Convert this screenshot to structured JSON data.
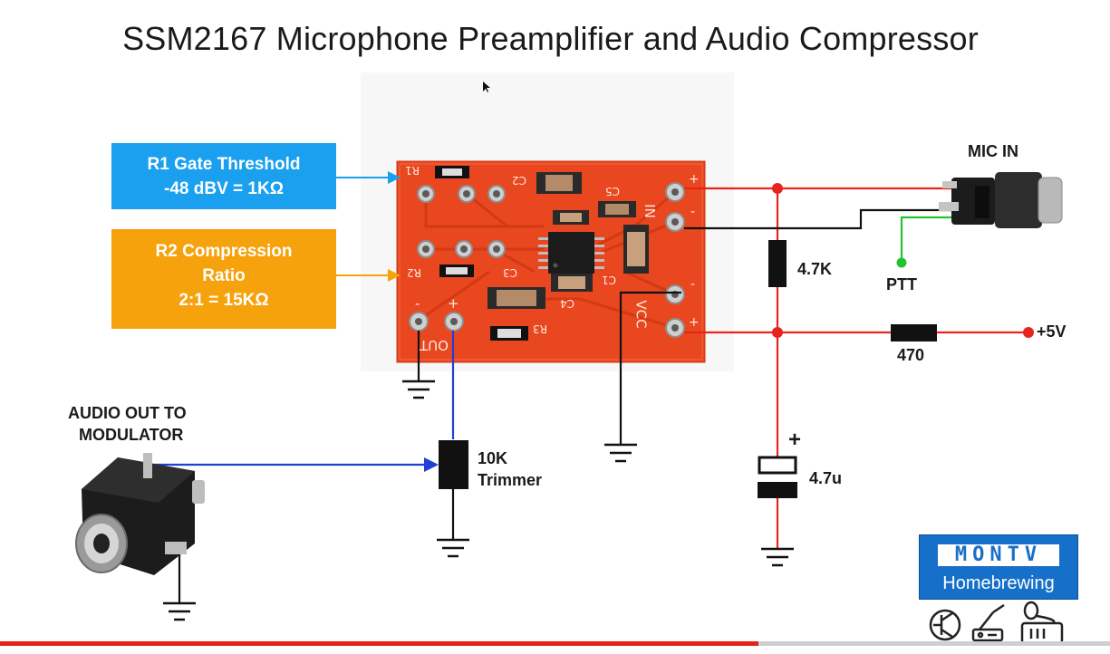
{
  "title": "SSM2167 Microphone Preamplifier and Audio Compressor",
  "callouts": {
    "r1": {
      "line1": "R1 Gate Threshold",
      "line2": "-48 dBV = 1KΩ"
    },
    "r2": {
      "line1": "R2 Compression",
      "line2": "Ratio",
      "line3": "2:1 = 15KΩ"
    }
  },
  "board": {
    "labels": {
      "r1": "R1",
      "r2": "R2",
      "r3": "R3",
      "c1": "C1",
      "c2": "C2",
      "c3": "C3",
      "c4": "C4",
      "c5": "C5",
      "in": "IN",
      "vcc": "VCC",
      "out": "OUT",
      "plus": "+",
      "minus": "-"
    }
  },
  "components": {
    "mic_in": "MIC IN",
    "ptt": "PTT",
    "r_4k7": "4.7K",
    "r_470": "470",
    "supply": "+5V",
    "cap": "4.7u",
    "cap_plus": "+",
    "trimmer_1": "10K",
    "trimmer_2": "Trimmer",
    "audio_out_1": "AUDIO OUT TO",
    "audio_out_2": "MODULATOR"
  },
  "logo": {
    "top": "MONTV",
    "bottom": "Homebrewing"
  },
  "icons": [
    "transistor-icon",
    "soldering-iron-icon",
    "radio-mic-icon"
  ],
  "video_progress": 0.683,
  "colors": {
    "wire_red": "#e8251c",
    "wire_blue": "#1f3fd6",
    "wire_black": "#111111",
    "pcb": "#e9471f",
    "blue": "#1aa0ee",
    "orange": "#f6a20c"
  }
}
